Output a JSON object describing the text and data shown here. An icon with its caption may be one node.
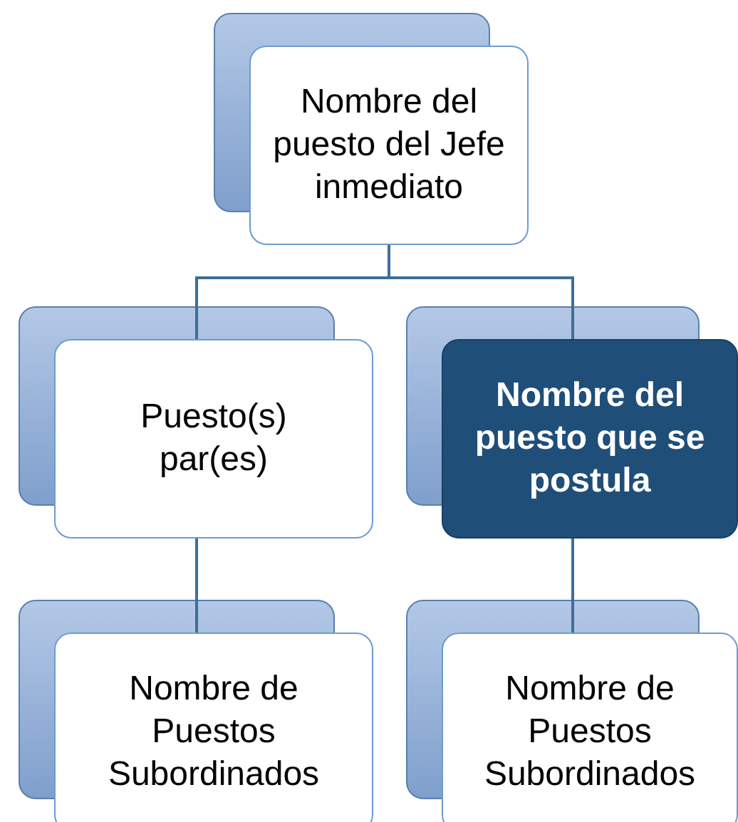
{
  "diagram": {
    "nodes": [
      {
        "text": [
          "Nombre del puesto del Jefe inmediato"
        ]
      },
      {
        "text": [
          "Puesto(s) par(es)"
        ]
      },
      {
        "text": [
          "Nombre del puesto que se postula"
        ]
      },
      {
        "text": [
          "Nombre de Puestos Subordinados"
        ]
      },
      {
        "text": [
          "Nombre de Puestos Subordinados"
        ]
      }
    ],
    "edges": [
      {
        "from": 0,
        "to": 1,
        "arrow": "none"
      },
      {
        "from": 0,
        "to": 2,
        "arrow": "none"
      },
      {
        "from": 1,
        "to": 3,
        "arrow": "none"
      },
      {
        "from": 2,
        "to": 4,
        "arrow": "none"
      }
    ]
  }
}
